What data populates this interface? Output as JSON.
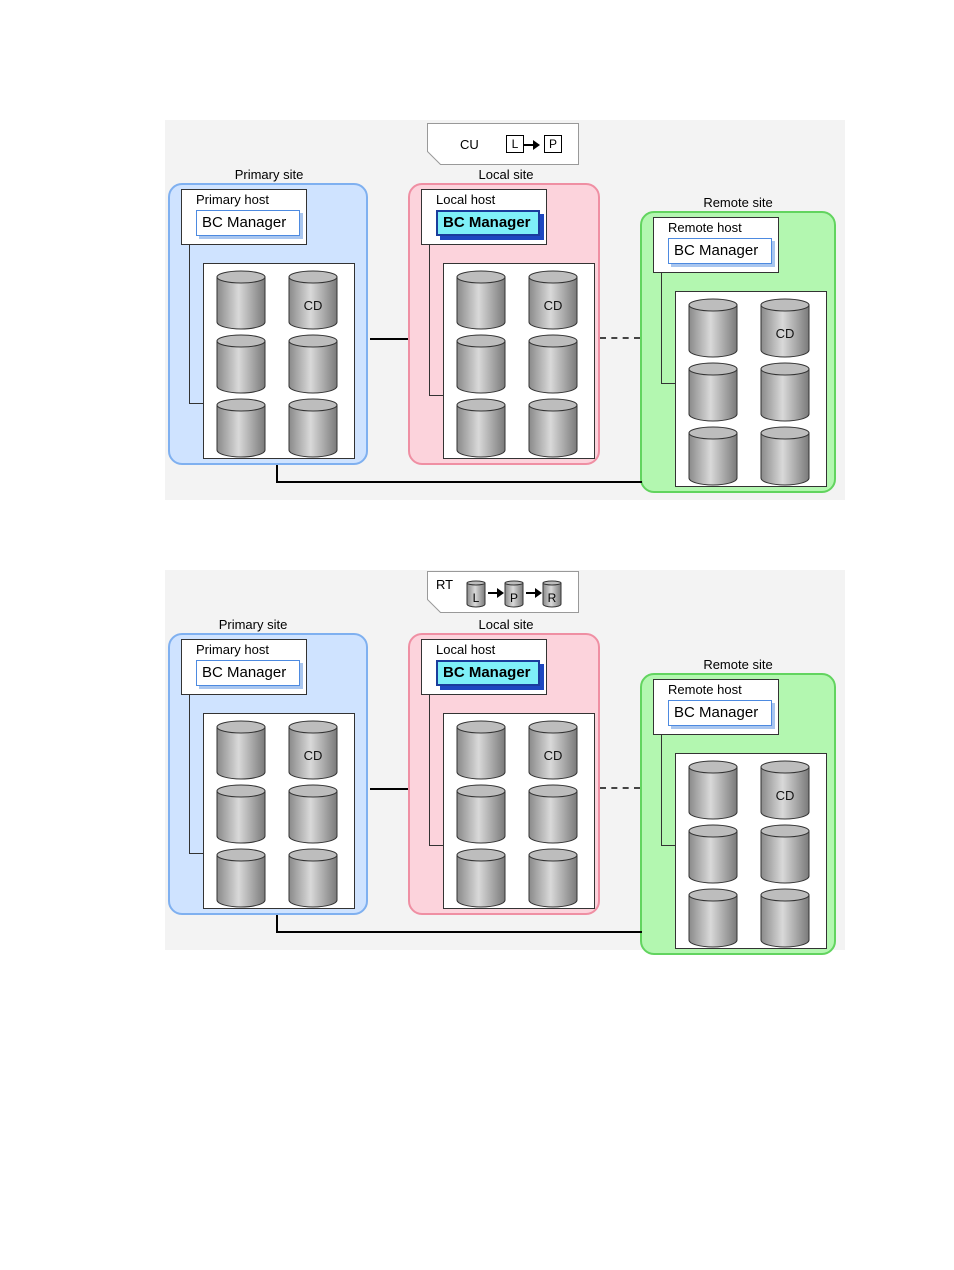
{
  "diagrams": [
    {
      "note": {
        "command": "CU",
        "items": [
          "L",
          "P"
        ],
        "style": "box"
      },
      "primary_site": {
        "label": "Primary site",
        "host_label": "Primary host",
        "bc_manager": "BC Manager"
      },
      "local_site": {
        "label": "Local site",
        "host_label": "Local host",
        "bc_manager": "BC Manager"
      },
      "remote_site": {
        "label": "Remote site",
        "host_label": "Remote host",
        "bc_manager": "BC Manager"
      },
      "cd_label": "CD"
    },
    {
      "note": {
        "command": "RT",
        "items": [
          "L",
          "P",
          "R"
        ],
        "style": "disk"
      },
      "primary_site": {
        "label": "Primary site",
        "host_label": "Primary host",
        "bc_manager": "BC Manager"
      },
      "local_site": {
        "label": "Local site",
        "host_label": "Local host",
        "bc_manager": "BC Manager"
      },
      "remote_site": {
        "label": "Remote site",
        "host_label": "Remote host",
        "bc_manager": "BC Manager"
      },
      "cd_label": "CD"
    }
  ],
  "colors": {
    "primary_fill": "#cfe3ff",
    "local_fill": "#fcd3dc",
    "remote_fill": "#b3f7b0",
    "active_bc_manager": "#7ef0f8",
    "disk_gray": "#b5b5b5"
  }
}
